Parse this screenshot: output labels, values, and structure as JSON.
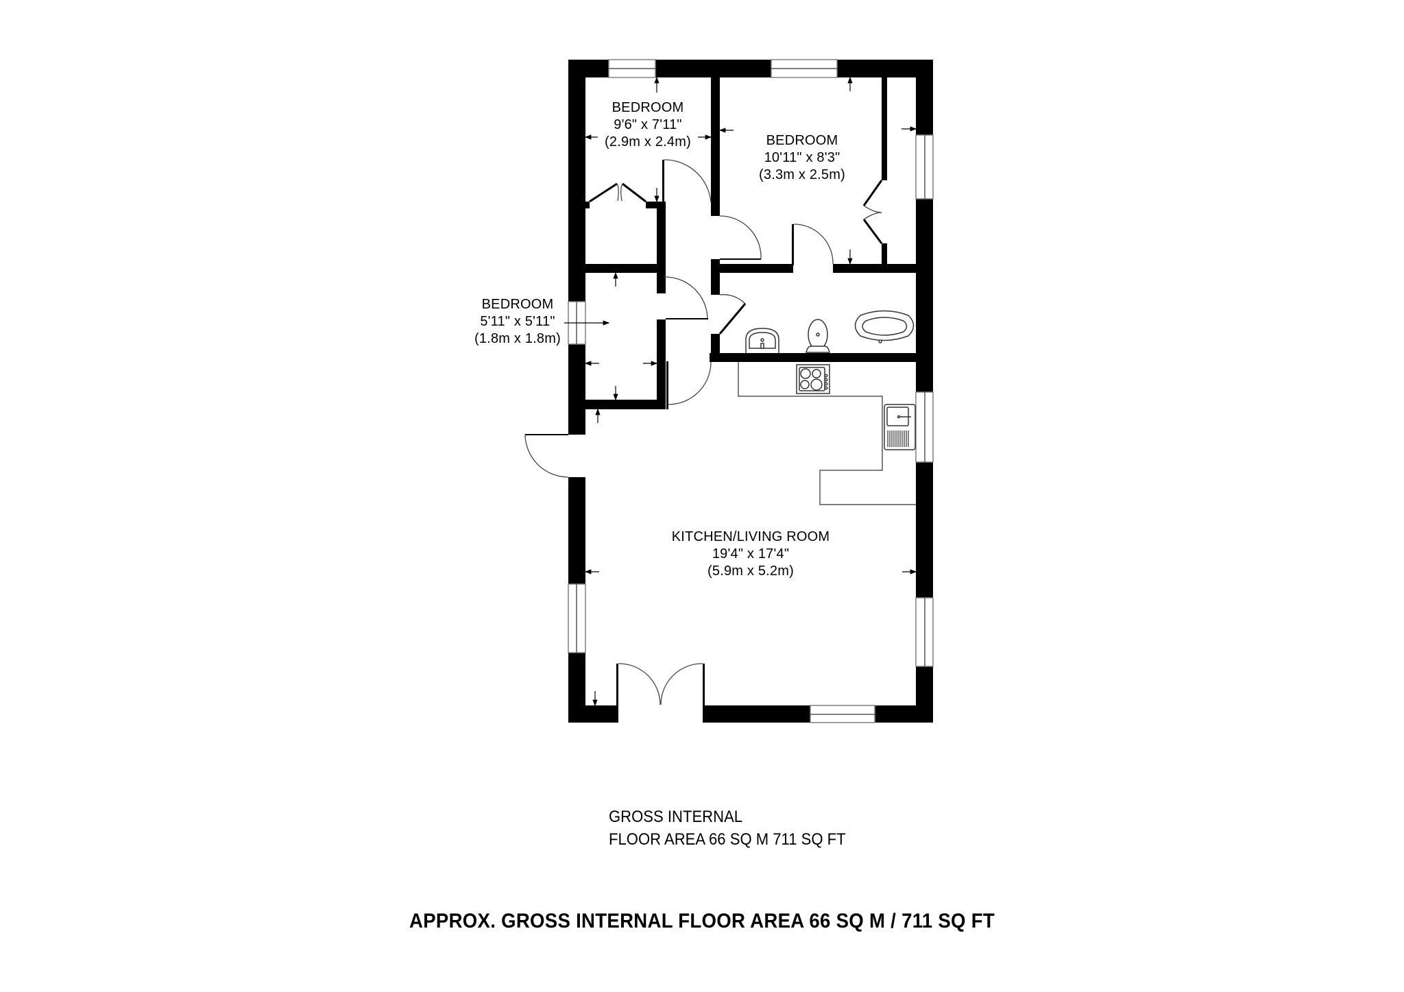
{
  "rooms": [
    {
      "id": "bedroom-1",
      "name": "BEDROOM",
      "imperial": "9'6\" x 7'11\"",
      "metric": "(2.9m x 2.4m)"
    },
    {
      "id": "bedroom-2",
      "name": "BEDROOM",
      "imperial": "10'11\" x 8'3\"",
      "metric": "(3.3m x 2.5m)"
    },
    {
      "id": "bedroom-3",
      "name": "BEDROOM",
      "imperial": "5'11\" x 5'11\"",
      "metric": "(1.8m x 1.8m)"
    },
    {
      "id": "kitchen-living",
      "name": "KITCHEN/LIVING ROOM",
      "imperial": "19'4\" x 17'4\"",
      "metric": "(5.9m x 5.2m)"
    }
  ],
  "gross_area": {
    "line1": "GROSS INTERNAL",
    "line2": "FLOOR AREA 66 SQ M 711 SQ FT"
  },
  "approx_area": "APPROX. GROSS INTERNAL FLOOR AREA 66 SQ M / 711 SQ FT",
  "fixtures": [
    "wardrobe",
    "wardrobe",
    "bath",
    "toilet",
    "washbasin",
    "hob",
    "kitchen-sink"
  ],
  "colors": {
    "wall": "#000000",
    "background": "#ffffff",
    "window": "#808080"
  }
}
